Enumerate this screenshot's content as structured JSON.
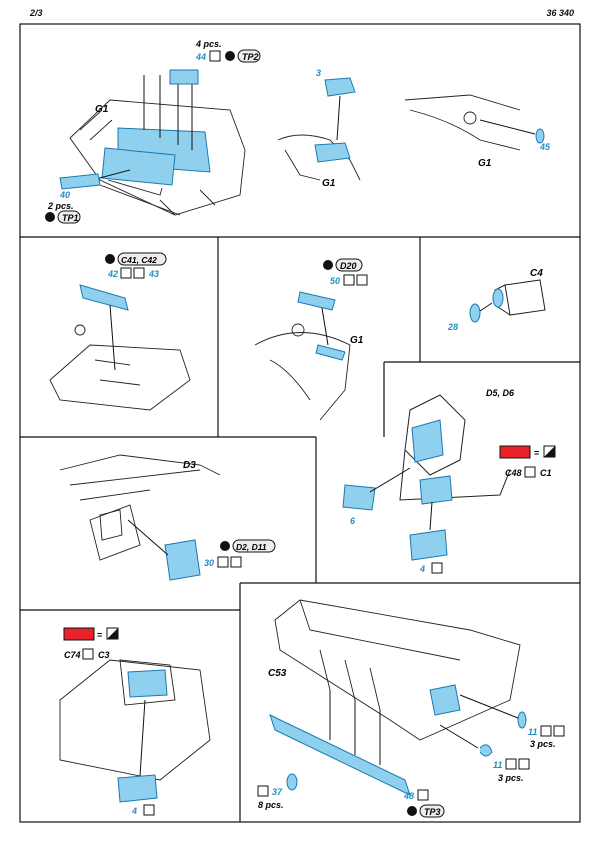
{
  "header": {
    "page": "2/3",
    "code": "36 340"
  },
  "colors": {
    "pe_blue": "#8fd0ee",
    "pe_stroke": "#1a7ab0",
    "num": "#1f8fc4",
    "ink": "#111111",
    "paint_red": "#e8212a"
  },
  "panel1": {
    "qty_top": "4 pcs.",
    "num_44": "44",
    "tag_tp2": "TP2",
    "g1_left": "G1",
    "num_40": "40",
    "qty_40": "2 pcs.",
    "tag_tp1": "TP1",
    "num_3": "3",
    "g1_mid": "G1",
    "g1_right": "G1",
    "num_45": "45"
  },
  "panel2": {
    "tag": "C41, C42",
    "num_42": "42",
    "num_43": "43"
  },
  "panel3": {
    "tag": "D20",
    "num_50": "50",
    "g1": "G1"
  },
  "panel4": {
    "c4": "C4",
    "num_28": "28"
  },
  "panel5": {
    "d3": "D3",
    "tag": "D2, D11",
    "num_30": "30"
  },
  "panel6": {
    "d5d6": "D5, D6",
    "c48": "C48",
    "c1": "C1",
    "num_6": "6",
    "num_4": "4"
  },
  "panel7": {
    "c74": "C74",
    "c3": "C3",
    "num_4": "4"
  },
  "panel8": {
    "c53": "C53",
    "num_11a": "11",
    "qty_11a": "3 pcs.",
    "num_11b": "11",
    "qty_11b": "3 pcs.",
    "num_37": "37",
    "qty_37": "8 pcs.",
    "num_48": "48",
    "tag_tp3": "TP3"
  }
}
